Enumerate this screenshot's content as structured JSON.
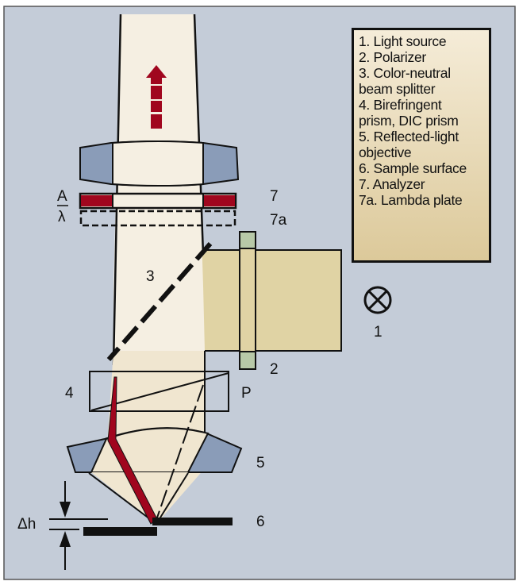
{
  "legend": {
    "items": [
      "1. Light source",
      "2. Polarizer",
      "3. Color-neutral",
      "beam splitter",
      "4. Birefringent",
      "prism, DIC prism",
      "5. Reflected-light",
      "objective",
      "6. Sample surface",
      "7. Analyzer",
      "7a. Lambda plate"
    ]
  },
  "labels": {
    "l1": "1",
    "l2": "2",
    "l3": "3",
    "l4": "4",
    "l5": "5",
    "l6": "6",
    "l7": "7",
    "l7a": "7a",
    "p": "P",
    "a": "A",
    "lambda": "λ",
    "dh": "Δh"
  },
  "colors": {
    "background": "#c4ccd8",
    "beam": "#f5efe2",
    "lens": "#8a9cb8",
    "analyzer": "#a0061e",
    "polarizer": "#b8c9a8",
    "source_beam": "#e0d3a4"
  }
}
